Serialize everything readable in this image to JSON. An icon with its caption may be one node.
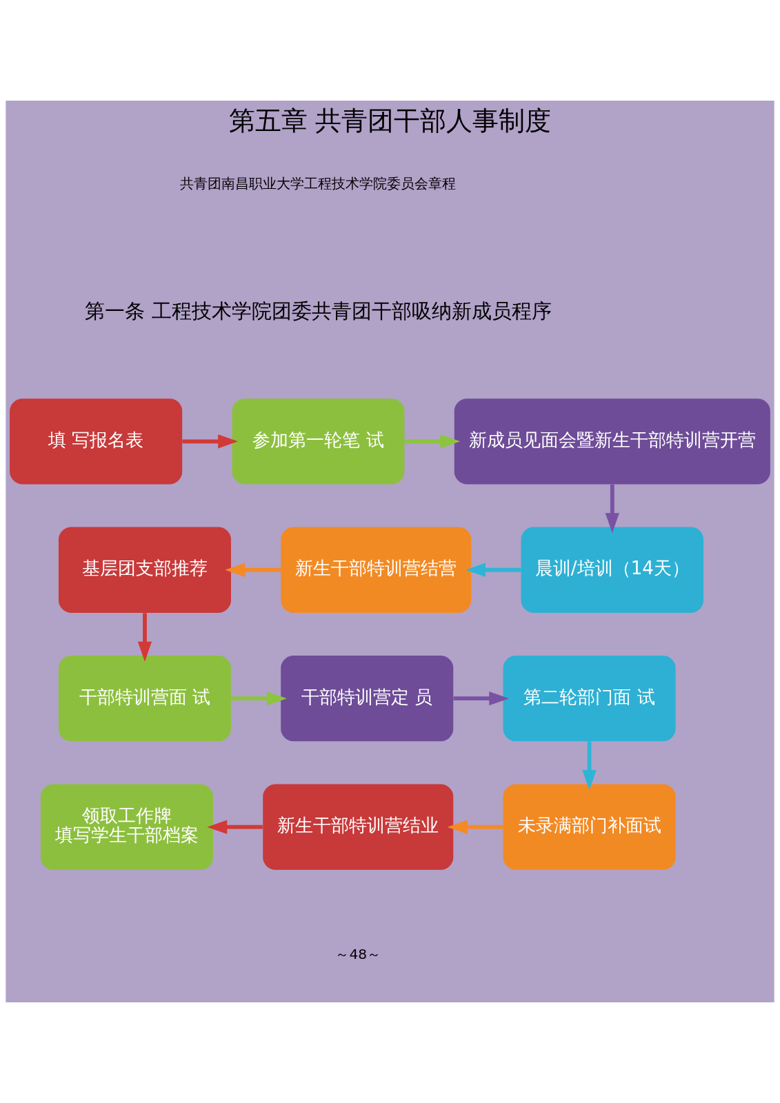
{
  "diagram": {
    "title": "第五章 共青团干部人事制度",
    "nodes": [
      {
        "text": [
          "填 写报名表"
        ]
      },
      {
        "text": [
          "参加第一轮笔 试"
        ]
      },
      {
        "text": [
          "新成员见面会暨新生干部特训营开营"
        ]
      },
      {
        "text": [
          "晨训/培训（14天）"
        ]
      },
      {
        "text": [
          "新生干部特训营结营"
        ]
      },
      {
        "text": [
          "基层团支部推荐"
        ]
      },
      {
        "text": [
          "干部特训营面 试"
        ]
      },
      {
        "text": [
          "干部特训营定 员"
        ]
      },
      {
        "text": [
          "第二轮部门面 试"
        ]
      },
      {
        "text": [
          "未录满部门补面试"
        ]
      },
      {
        "text": [
          "新生干部特训营结业"
        ]
      },
      {
        "text": [
          "领取工作牌",
          "填写学生干部档案"
        ]
      }
    ],
    "edges": [
      {
        "from": 0,
        "to": 1,
        "arrow": "to",
        "color": "#d13a36"
      },
      {
        "from": 1,
        "to": 2,
        "arrow": "to",
        "color": "#8cc43e"
      },
      {
        "from": 2,
        "to": 3,
        "arrow": "to",
        "color": "#7a52a3"
      },
      {
        "from": 3,
        "to": 4,
        "arrow": "to",
        "color": "#2fb4d6"
      },
      {
        "from": 4,
        "to": 5,
        "arrow": "to",
        "color": "#f58a25"
      },
      {
        "from": 5,
        "to": 6,
        "arrow": "to",
        "color": "#d13a36"
      },
      {
        "from": 6,
        "to": 7,
        "arrow": "to",
        "color": "#8cc43e"
      },
      {
        "from": 7,
        "to": 8,
        "arrow": "to",
        "color": "#7a52a3"
      },
      {
        "from": 8,
        "to": 9,
        "arrow": "to",
        "color": "#2fb4d6"
      },
      {
        "from": 9,
        "to": 10,
        "arrow": "to",
        "color": "#f58a25"
      },
      {
        "from": 10,
        "to": 11,
        "arrow": "to",
        "color": "#d13a36"
      }
    ],
    "labels": [
      "共青团南昌职业大学工程技术学院委员会章程",
      "第一条 工程技术学院团委共青团干部吸纳新成员程序",
      "～48～"
    ]
  }
}
